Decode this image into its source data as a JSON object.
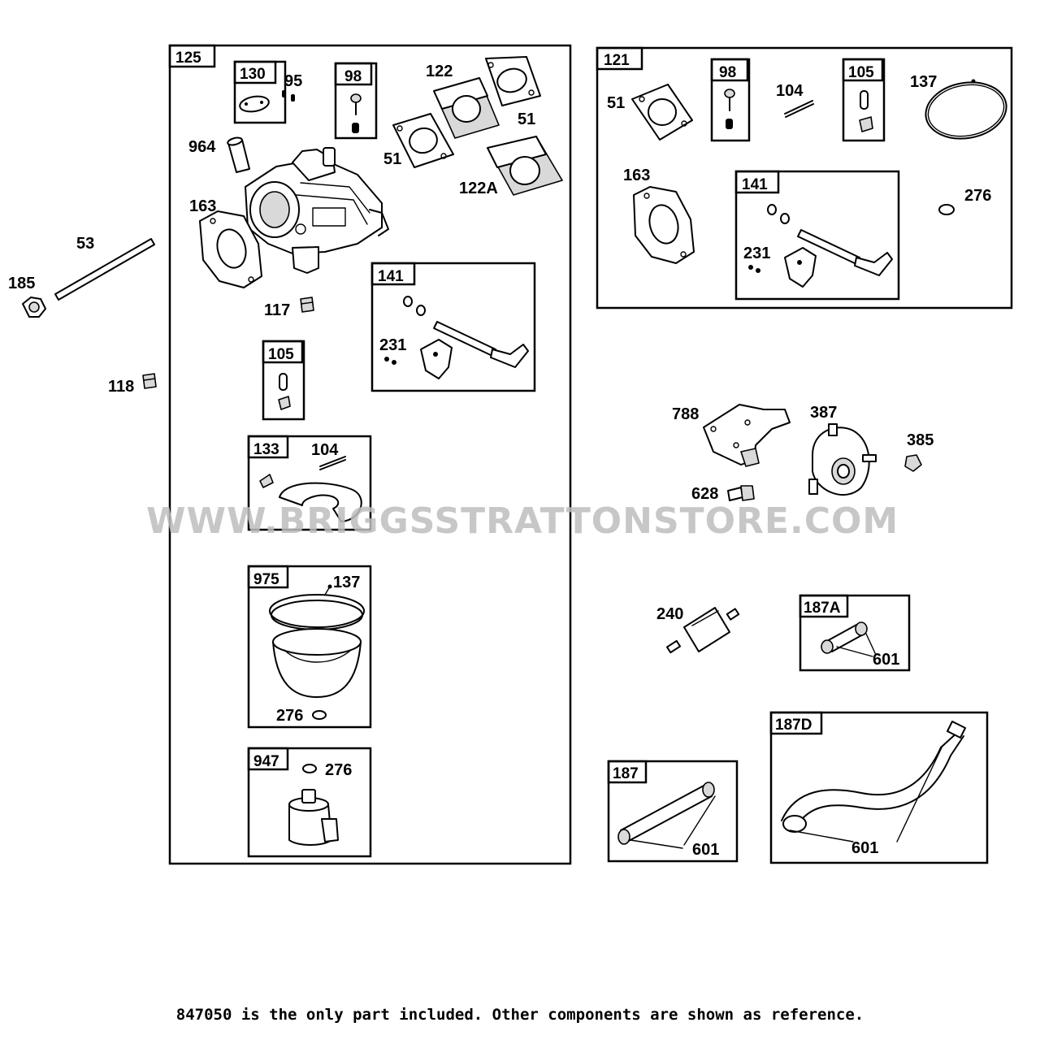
{
  "watermark": "WWW.BRIGGSSTRATTONSTORE.COM",
  "footnote": "847050 is the only part included. Other components are shown as reference.",
  "kits": {
    "k125": "125",
    "k130": "130",
    "k98a": "98",
    "k105a": "105",
    "k141a": "141",
    "k133": "133",
    "k975": "975",
    "k947": "947",
    "k121": "121",
    "k98b": "98",
    "k105b": "105",
    "k141b": "141",
    "k187A": "187A",
    "k187": "187",
    "k187D": "187D"
  },
  "parts": {
    "p95": "95",
    "p964": "964",
    "p122": "122",
    "p51a": "51",
    "p51b": "51",
    "p122A": "122A",
    "p163a": "163",
    "p53": "53",
    "p185": "185",
    "p117": "117",
    "p118": "118",
    "p231a": "231",
    "p104a": "104",
    "p137a": "137",
    "p276a": "276",
    "p276b": "276",
    "p51c": "51",
    "p104b": "104",
    "p137b": "137",
    "p163b": "163",
    "p276c": "276",
    "p231b": "231",
    "p788": "788",
    "p387": "387",
    "p385": "385",
    "p628": "628",
    "p240": "240",
    "p601a": "601",
    "p601b": "601",
    "p601c": "601"
  }
}
